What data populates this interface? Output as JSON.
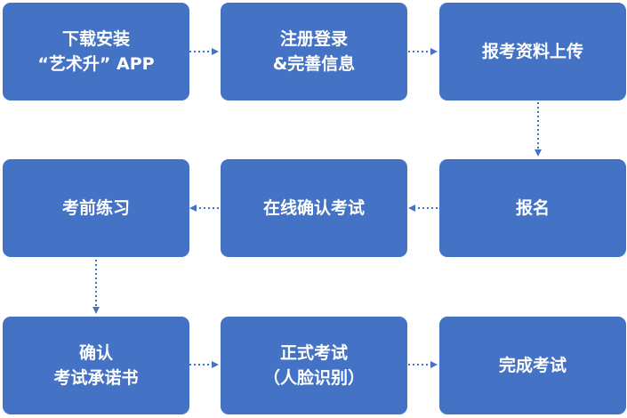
{
  "flow": {
    "steps": [
      {
        "id": "download",
        "lines": [
          "下载安装",
          "“艺术升” APP"
        ]
      },
      {
        "id": "register",
        "lines": [
          "注册登录",
          "&完善信息"
        ]
      },
      {
        "id": "upload",
        "lines": [
          "报考资料上传"
        ]
      },
      {
        "id": "signup",
        "lines": [
          "报名"
        ]
      },
      {
        "id": "confirm-online",
        "lines": [
          "在线确认考试"
        ]
      },
      {
        "id": "practice",
        "lines": [
          "考前练习"
        ]
      },
      {
        "id": "commitment",
        "lines": [
          "确认",
          "考试承诺书"
        ]
      },
      {
        "id": "formal-exam",
        "lines": [
          "正式考试",
          "（人脸识别）"
        ]
      },
      {
        "id": "complete",
        "lines": [
          "完成考试"
        ]
      }
    ],
    "colors": {
      "box": "#4472c4",
      "text": "#ffffff",
      "connector": "#4472c4"
    }
  }
}
